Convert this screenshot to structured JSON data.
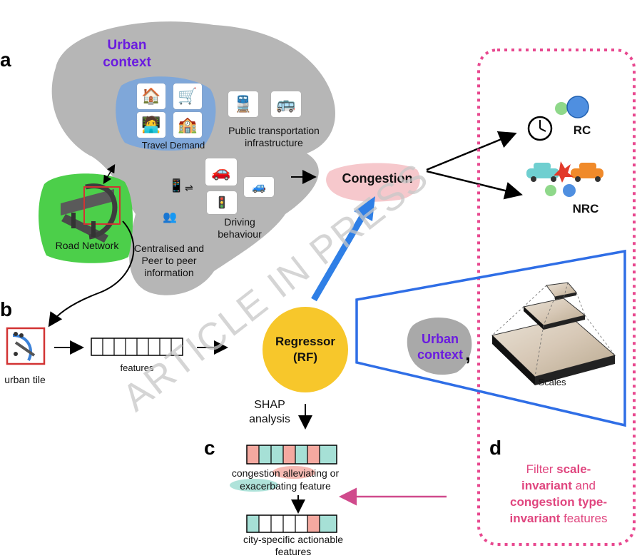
{
  "panels": {
    "a": "a",
    "b": "b",
    "c": "c",
    "d": "d"
  },
  "urban_context": {
    "line1": "Urban",
    "line2": "context"
  },
  "travel_demand": "Travel Demand",
  "public_transport": {
    "line1": "Public transportation",
    "line2": "infrastructure"
  },
  "driving_behaviour": {
    "line1": "Driving",
    "line2": "behaviour"
  },
  "information": {
    "line1": "Centralised and",
    "line2": "Peer to peer",
    "line3": "information"
  },
  "road_network": "Road Network",
  "congestion": "Congestion",
  "rc": "RC",
  "nrc": "NRC",
  "urban_tile": "urban tile",
  "features": "features",
  "regressor": {
    "line1": "Regressor",
    "line2": "(RF)"
  },
  "shap": {
    "line1": "SHAP",
    "line2": "analysis"
  },
  "scales": "Scales",
  "urban_context_small": {
    "line1": "Urban",
    "line2": "context"
  },
  "comma": ",",
  "congestion_feature": {
    "pre": "congestion ",
    "alleviating": "alleviating",
    "or": " or",
    "exacerbating": "exacerbating",
    "feature": " feature"
  },
  "city_specific": {
    "line1": "city-specific actionable",
    "line2": "features"
  },
  "filter": {
    "p1": "Filter ",
    "b1": "scale-",
    "b2": "invariant",
    "p2": " and",
    "b3": "congestion type-",
    "b4": "invariant",
    "p3": " features"
  },
  "watermark": "ARTICLE IN PRESS",
  "colors": {
    "purple": "#6a1be0",
    "pink_dotted": "#e8488f",
    "filter_text": "#e0467f",
    "regressor": "#f7c72b",
    "blue_arrow": "#2f7fe6",
    "teal_cell": "#a6e0d6",
    "salmon_cell": "#f4a9a0",
    "road_green": "#4ccf4a",
    "travel_blue": "#7fa7d9",
    "grey_blob": "#a7a7a7"
  },
  "bars": {
    "shap_cells": [
      "salmon",
      "teal",
      "teal",
      "salmon",
      "teal",
      "salmon",
      "teal"
    ],
    "city_cells": [
      "teal",
      "",
      "",
      "",
      "",
      "salmon",
      "teal"
    ]
  }
}
